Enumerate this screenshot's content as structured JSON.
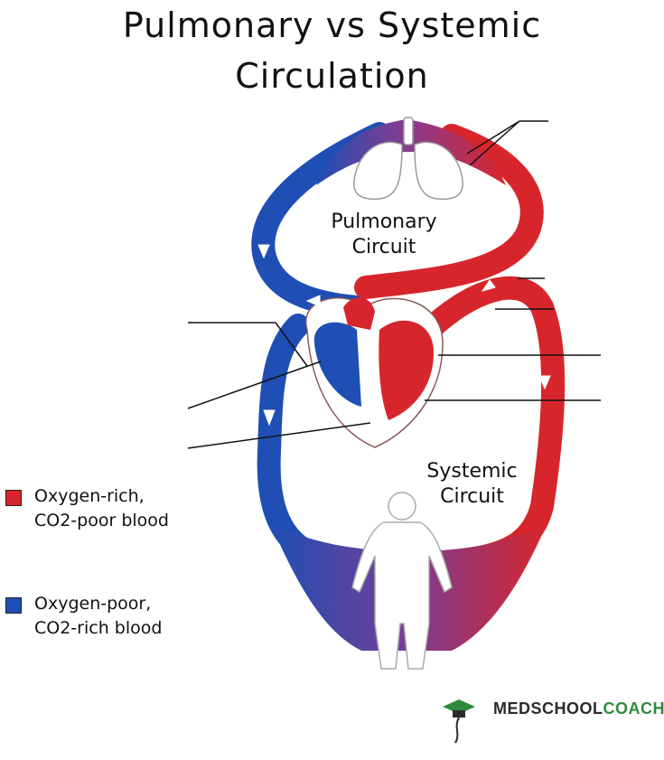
{
  "title": {
    "line1": "Pulmonary vs Systemic",
    "line2": "Circulation"
  },
  "circuits": {
    "pulmonary": {
      "line1": "Pulmonary",
      "line2": "Circuit"
    },
    "systemic": {
      "line1": "Systemic",
      "line2": "Circuit"
    }
  },
  "legend": {
    "oxygen_rich": {
      "line1": "Oxygen-rich,",
      "line2": "CO2-poor blood",
      "color": "#d7262b"
    },
    "oxygen_poor": {
      "line1": "Oxygen-poor,",
      "line2": "CO2-rich blood",
      "color": "#1f4fb4"
    }
  },
  "colors": {
    "red": "#d7262b",
    "blue": "#1f4fb4",
    "mix": "#8c3a8e"
  },
  "logo": {
    "part1": "MEDSCHOOL",
    "part2": "COACH"
  }
}
